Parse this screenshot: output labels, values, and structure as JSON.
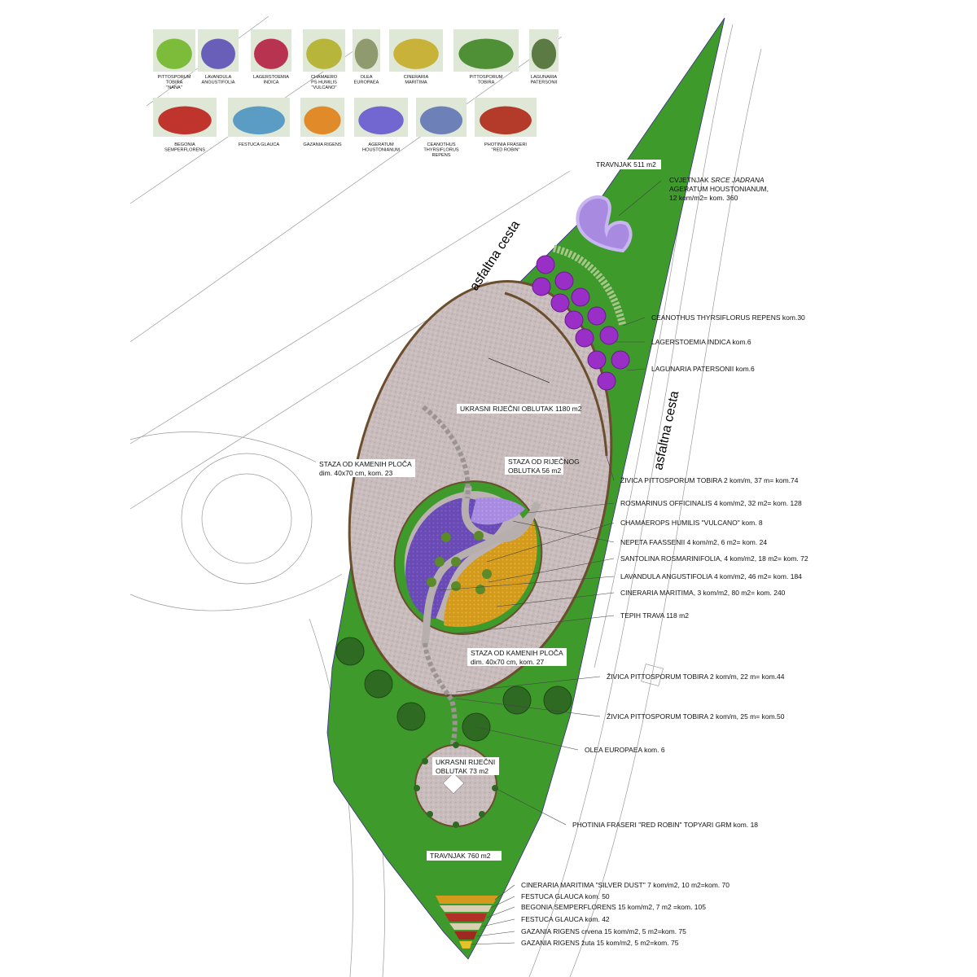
{
  "thumbnails_row1": [
    {
      "caption": [
        "PITTOSPORUM",
        "TOBIRA",
        "\"NANA\""
      ],
      "color": "#7dbb3a",
      "icon": "shrub-photo"
    },
    {
      "caption": [
        "LAVANDULA",
        "ANGUSTIFOLIA"
      ],
      "color": "#6a5fb8",
      "icon": "lavender-photo"
    },
    {
      "caption": [
        "LAGERSTOEMIA",
        "INDICA"
      ],
      "color": "#b8334f",
      "icon": "tree-photo"
    },
    {
      "caption": [
        "CHAMAERO",
        "PS HUMILIS",
        "\"VULCANO\""
      ],
      "color": "#b7b53a",
      "icon": "palm-photo"
    },
    {
      "caption": [
        "OLEA",
        "EUROPAEA"
      ],
      "color": "#8f9a6e",
      "icon": "olive-photo"
    },
    {
      "caption": [
        "CINERARIA",
        "MARITIMA"
      ],
      "color": "#c9b23a",
      "icon": "cineraria-photo"
    },
    {
      "caption": [
        "PITTOSPORUM",
        "TOBIRA"
      ],
      "color": "#4f8f35",
      "icon": "hedge-photo"
    },
    {
      "caption": [
        "LAGUNARIA",
        "PATERSONII"
      ],
      "color": "#5b7a44",
      "icon": "tree-photo"
    }
  ],
  "thumbnails_row2": [
    {
      "caption": [
        "BEGONIA",
        "SEMPERFLORENS"
      ],
      "color": "#c0342e",
      "icon": "begonia-photo"
    },
    {
      "caption": [
        "FESTUCA GLAUCA"
      ],
      "color": "#5a9cc4",
      "icon": "grass-photo"
    },
    {
      "caption": [
        "GAZANIA RIGENS"
      ],
      "color": "#e08a2a",
      "icon": "flower-photo"
    },
    {
      "caption": [
        "AGERATUM",
        "HOUSTONIANUM"
      ],
      "color": "#7266d0",
      "icon": "flower-photo"
    },
    {
      "caption": [
        "CEANOTHUS",
        "THYRSIFLORUS",
        "REPENS"
      ],
      "color": "#6d80b8",
      "icon": "shrub-photo"
    },
    {
      "caption": [
        "PHOTINIA FRASERI",
        "\"RED ROBIN\""
      ],
      "color": "#b43a2a",
      "icon": "hedge-photo"
    }
  ],
  "roads": {
    "left": "asfaltna cesta",
    "right": "asfaltna cesta"
  },
  "area_labels": {
    "travnjak_top": "TRAVNJAK 511 m2",
    "oblutak_main": "UKRASNI RIJEČNI OBLUTAK 1180 m2",
    "staza_riv_1": "STAZA OD RIJEČNOG",
    "staza_riv_2": "OBLUTKA 56 m2",
    "staza_kam_top_1": "STAZA OD KAMENIH PLOČA",
    "staza_kam_top_2": "dim. 40x70 cm, kom. 23",
    "staza_kam_bot_1": "STAZA OD KAMENIH PLOČA",
    "staza_kam_bot_2": "dim. 40x70 cm, kom. 27",
    "oblutak_small_1": "UKRASNI RIJEČNI",
    "oblutak_small_2": "OBLUTAK 73 m2",
    "travnjak_bottom": "TRAVNJAK 760 m2"
  },
  "callouts_top": {
    "line1_prefix": "CVJETNJAK ",
    "line1_italic": "SRCE JADRANA",
    "line2": "AGERATUM HOUSTONIANUM,",
    "line3": "12 kom/m2= kom. 360"
  },
  "callouts": [
    "CEANOTHUS THYRSIFLORUS REPENS kom.30",
    "LAGERSTOEMIA INDICA kom.6",
    "LAGUNARIA PATERSONII kom.6",
    "ŽIVICA PITTOSPORUM TOBIRA 2 kom/m, 37 m= kom.74",
    "ROSMARINUS OFFICINALIS 4 kom/m2, 32 m2= kom. 128",
    "CHAMAEROPS HUMILIS \"VULCANO\" kom. 8",
    "NEPETA FAASSENII 4 kom/m2, 6 m2= kom. 24",
    "SANTOLINA ROSMARINIFOLIA, 4 kom/m2, 18 m2= kom. 72",
    "LAVANDULA ANGUSTIFOLIA 4 kom/m2, 46 m2= kom. 184",
    "CINERARIA MARITIMA, 3 kom/m2, 80 m2= kom. 240",
    "TEPIH TRAVA 118 m2",
    "ŽIVICA PITTOSPORUM TOBIRA 2 kom/m, 22 m= kom.44",
    "ŽIVICA PITTOSPORUM TOBIRA 2 kom/m, 25 m= kom.50",
    "OLEA EUROPAEA kom. 6",
    "PHOTINIA FRASERI \"RED ROBIN\" TOPYARI GRM kom. 18",
    "CINERARIA MARITIMA \"SILVER DUST\" 7 kom/m2, 10 m2=kom. 70",
    "FESTUCA GLAUCA kom. 50",
    "BEGONIA SEMPERFLORENS 15 kom/m2, 7 m2 =kom. 105",
    "FESTUCA GLAUCA kom. 42",
    "GAZANIA RIGENS crvena 15 kom/m2, 5 m2=kom. 75",
    "GAZANIA RIGENS žuta 15 kom/m2, 5 m2=kom. 75"
  ],
  "colors": {
    "lawn": "#3f9a2c",
    "gravel": "#c9bcbc",
    "path": "#b7aeae",
    "hedge": "#6b4e2e",
    "lavender": "#6a4bb5",
    "cineraria": "#d39a1c",
    "ageratum": "#a88be0",
    "lagerstroemia": "#9a2fc7",
    "olive": "#2f6a22"
  }
}
